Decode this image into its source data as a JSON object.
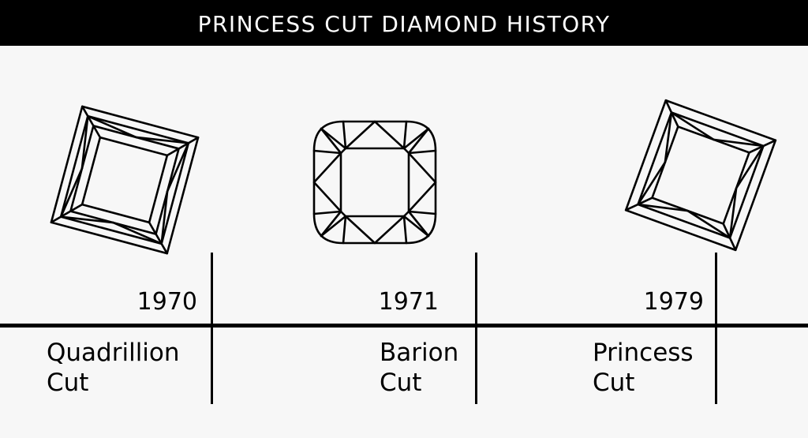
{
  "header": {
    "title": "PRINCESS CUT DIAMOND HISTORY"
  },
  "milestones": [
    {
      "year": "1970",
      "name_line1": "Quadrillion",
      "name_line2": "Cut",
      "icon": "quadrillion-diamond-icon"
    },
    {
      "year": "1971",
      "name_line1": "Barion",
      "name_line2": "Cut",
      "icon": "barion-diamond-icon"
    },
    {
      "year": "1979",
      "name_line1": "Princess",
      "name_line2": "Cut",
      "icon": "princess-diamond-icon"
    }
  ],
  "colors": {
    "header_background": "#000000",
    "header_text": "#ffffff",
    "page_background": "#f7f7f7",
    "line_color": "#000000"
  }
}
